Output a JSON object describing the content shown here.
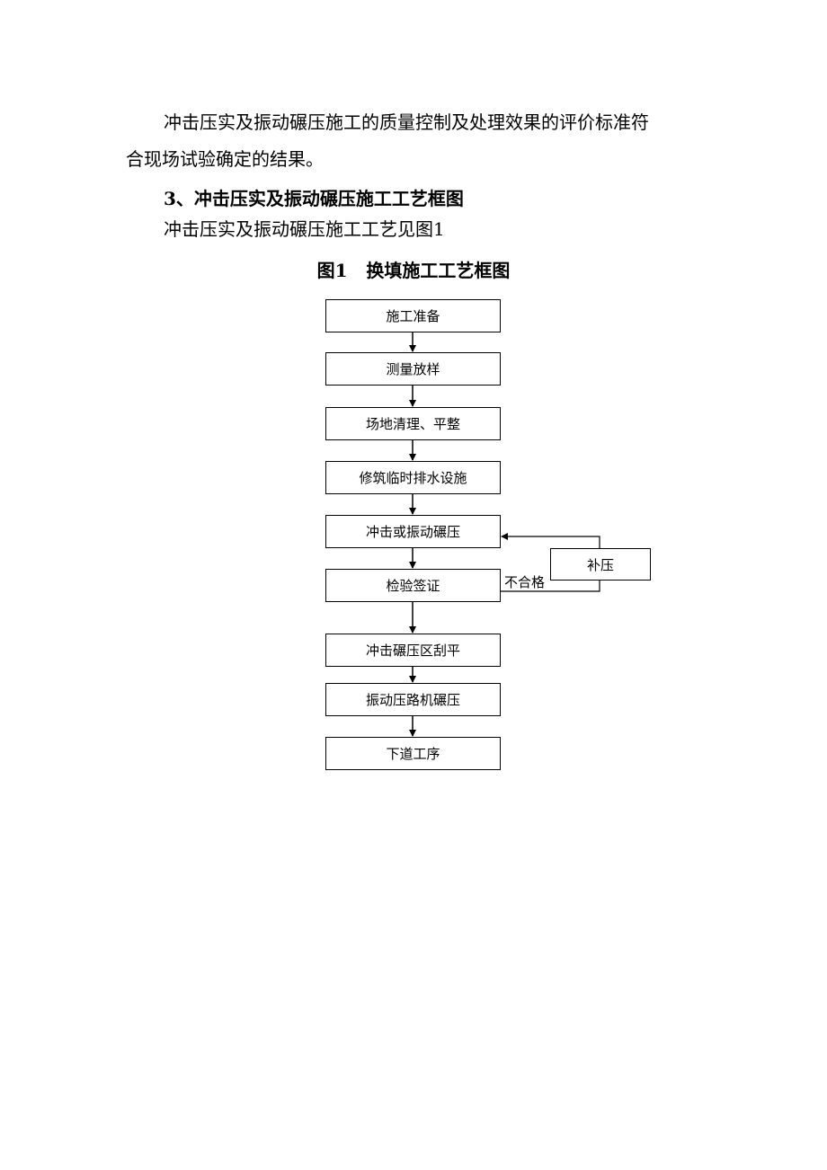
{
  "body_text": {
    "line1": "冲击压实及振动碾压施工的质量控制及处理效果的评价标准符",
    "line2": "合现场试验确定的结果。",
    "heading": "3、冲击压实及振动碾压施工工艺框图",
    "line3": "冲击压实及振动碾压施工工艺见图1"
  },
  "figure": {
    "title": "图1   换填施工工艺框图",
    "steps": [
      "施工准备",
      "测量放样",
      "场地清理、平整",
      "修筑临时排水设施",
      "冲击或振动碾压",
      "检验签证",
      "冲击碾压区刮平",
      "振动压路机碾压",
      "下道工序"
    ],
    "rework_box": "补压",
    "fail_label": "不合格"
  }
}
